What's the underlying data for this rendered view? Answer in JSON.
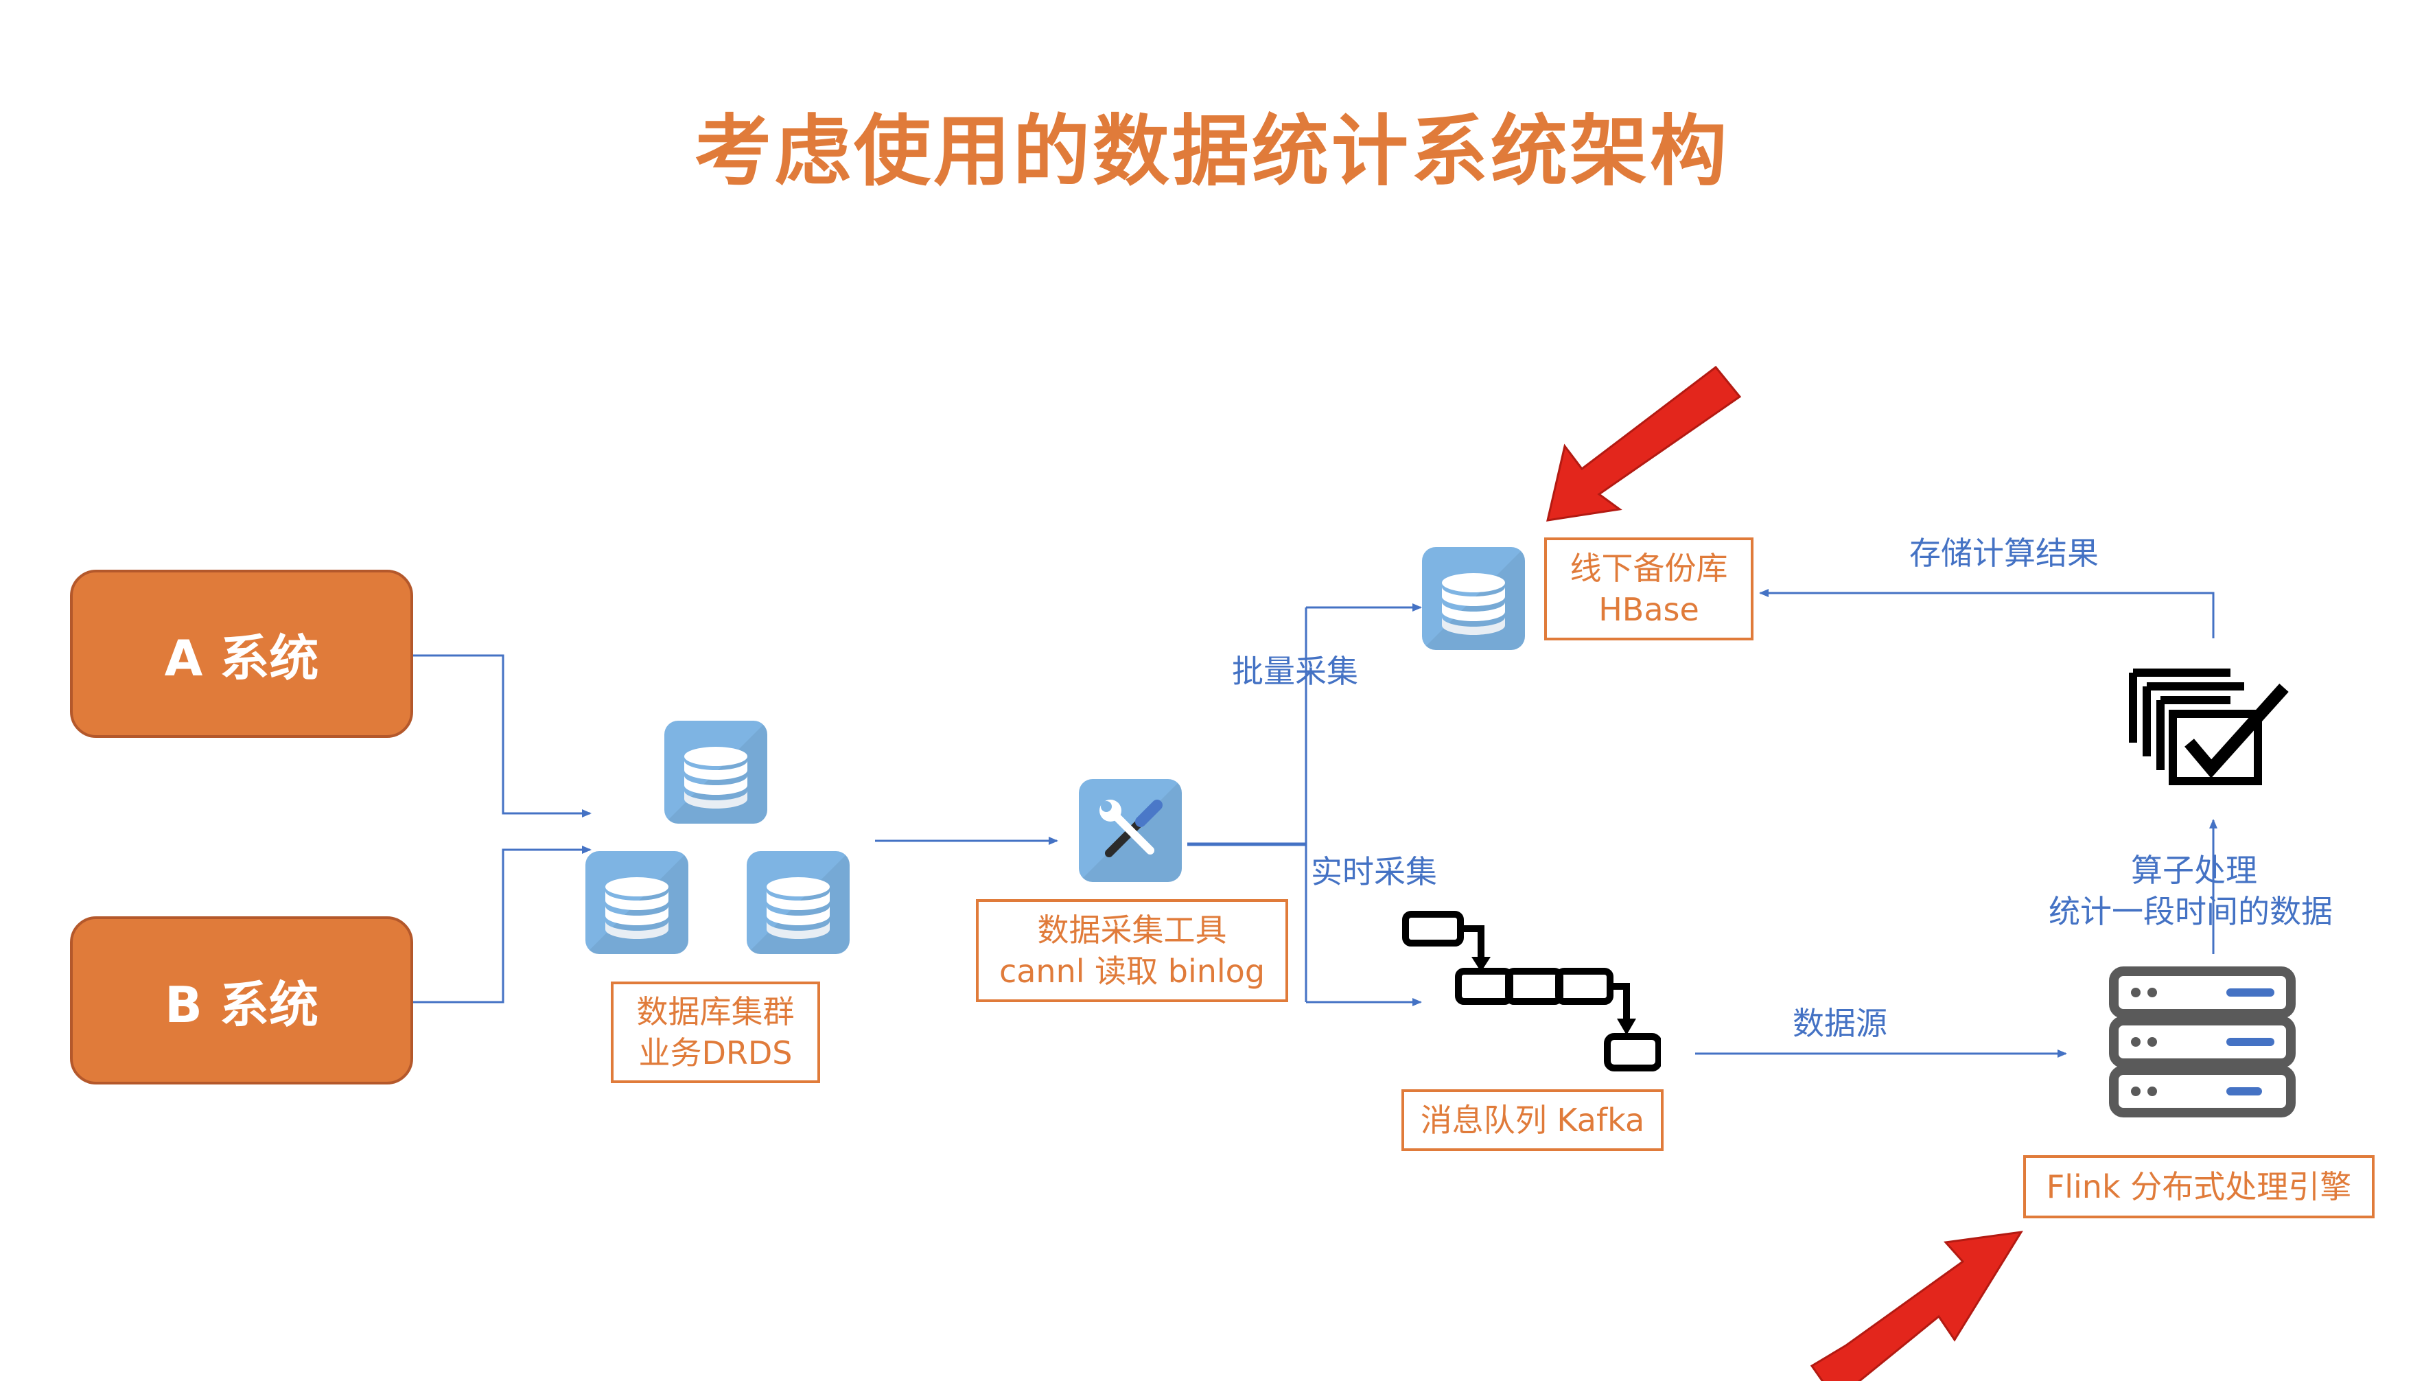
{
  "title": "考虑使用的数据统计系统架构",
  "systems": {
    "a": "A 系统",
    "b": "B 系统"
  },
  "nodes": {
    "db_cluster": {
      "line1": "数据库集群",
      "line2": "业务DRDS"
    },
    "collector": {
      "line1": "数据采集工具",
      "line2": "cannl 读取 binlog"
    },
    "hbase": {
      "line1": "线下备份库",
      "line2": "HBase"
    },
    "kafka": {
      "line1": "消息队列 Kafka"
    },
    "flink": {
      "line1": "Flink 分布式处理引擎"
    }
  },
  "edges": {
    "batch": "批量采集",
    "realtime": "实时采集",
    "store_result": "存储计算结果",
    "operator": "算子处理",
    "window": "统计一段时间的数据",
    "data_source": "数据源"
  },
  "colors": {
    "accent": "#e07b3a",
    "arrow_line": "#4472c4",
    "highlight_arrow": "#e3261c",
    "tile": "#7eb4e3"
  },
  "icons": {
    "db": "database-icon",
    "tool": "wrench-screwdriver-icon",
    "queue": "queue-icon",
    "checklist": "checklist-icon",
    "server": "server-icon"
  }
}
